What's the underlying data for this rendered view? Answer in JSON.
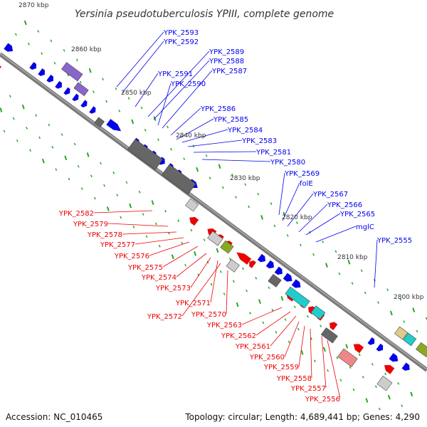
{
  "title": "Yersinia pseudotuberculosis YPIII, complete genome",
  "footer": {
    "accession": "Accession: NC_010465",
    "summary": "Topology: circular; Length: 4,689,441 bp; Genes: 4,290"
  },
  "colors": {
    "forward_gene": "#0000ee",
    "reverse_gene": "#ee0000",
    "backbone": "#777777",
    "tick": "#22aa22",
    "pseudo_gene": "#666666",
    "rna_gene": "#22cccc",
    "other_gene": "#8866cc"
  },
  "scale_labels": [
    "2870 kbp",
    "2860 kbp",
    "2850 kbp",
    "2840 kbp",
    "2830 kbp",
    "2820 kbp",
    "2810 kbp",
    "2800 kbp"
  ],
  "forward_strand_labels": [
    "YPK_2593",
    "YPK_2592",
    "YPK_2589",
    "YPK_2588",
    "YPK_2591",
    "YPK_2587",
    "YPK_2590",
    "YPK_2586",
    "YPK_2585",
    "YPK_2584",
    "YPK_2583",
    "YPK_2581",
    "YPK_2580",
    "YPK_2569",
    "folE",
    "YPK_2567",
    "YPK_2566",
    "YPK_2565",
    "mglC",
    "YPK_2555"
  ],
  "reverse_strand_labels": [
    "YPK_2582",
    "YPK_2579",
    "YPK_2578",
    "YPK_2577",
    "YPK_2576",
    "YPK_2575",
    "YPK_2574",
    "YPK_2573",
    "YPK_2571",
    "YPK_2572",
    "YPK_2570",
    "YPK_2563",
    "YPK_2562",
    "YPK_2561",
    "YPK_2560",
    "YPK_2559",
    "YPK_2558",
    "YPK_2557",
    "YPK_2556"
  ]
}
